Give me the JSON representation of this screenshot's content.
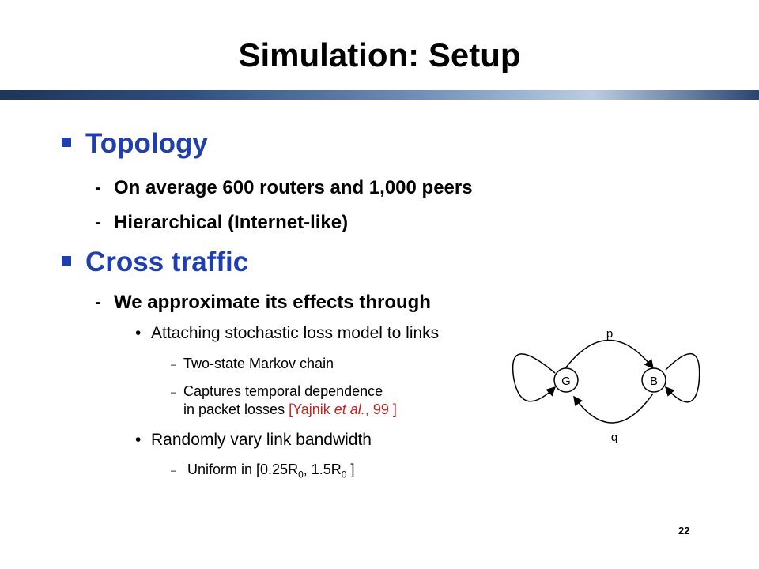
{
  "slide": {
    "title": "Simulation: Setup",
    "page_number": "22"
  },
  "topology": {
    "heading": "Topology",
    "items": [
      "On average 600 routers and 1,000 peers",
      "Hierarchical (Internet-like)"
    ]
  },
  "cross_traffic": {
    "heading": "Cross traffic",
    "sub": "We approximate its effects through",
    "bullet1": "Attaching stochastic loss model to links",
    "bullet1_items": {
      "a": "Two-state Markov chain",
      "b_line1": "Captures temporal dependence",
      "b_line2_prefix": "in packet losses ",
      "b_citation": {
        "pre": "[Yajnik ",
        "etal": "et al.",
        "post": ", 99 ]"
      }
    },
    "bullet2": "Randomly vary link bandwidth",
    "bullet2_item": {
      "pre": "Uniform in [0.25R",
      "sub1": "0",
      "mid": ", 1.5R",
      "sub2": "0",
      "post": " ]"
    }
  },
  "markov_diagram": {
    "state_good": "G",
    "state_bad": "B",
    "label_g_to_b": "p",
    "label_b_to_g": "q"
  },
  "colors": {
    "heading": "#1f3fae",
    "citation": "#cc1f1f"
  }
}
